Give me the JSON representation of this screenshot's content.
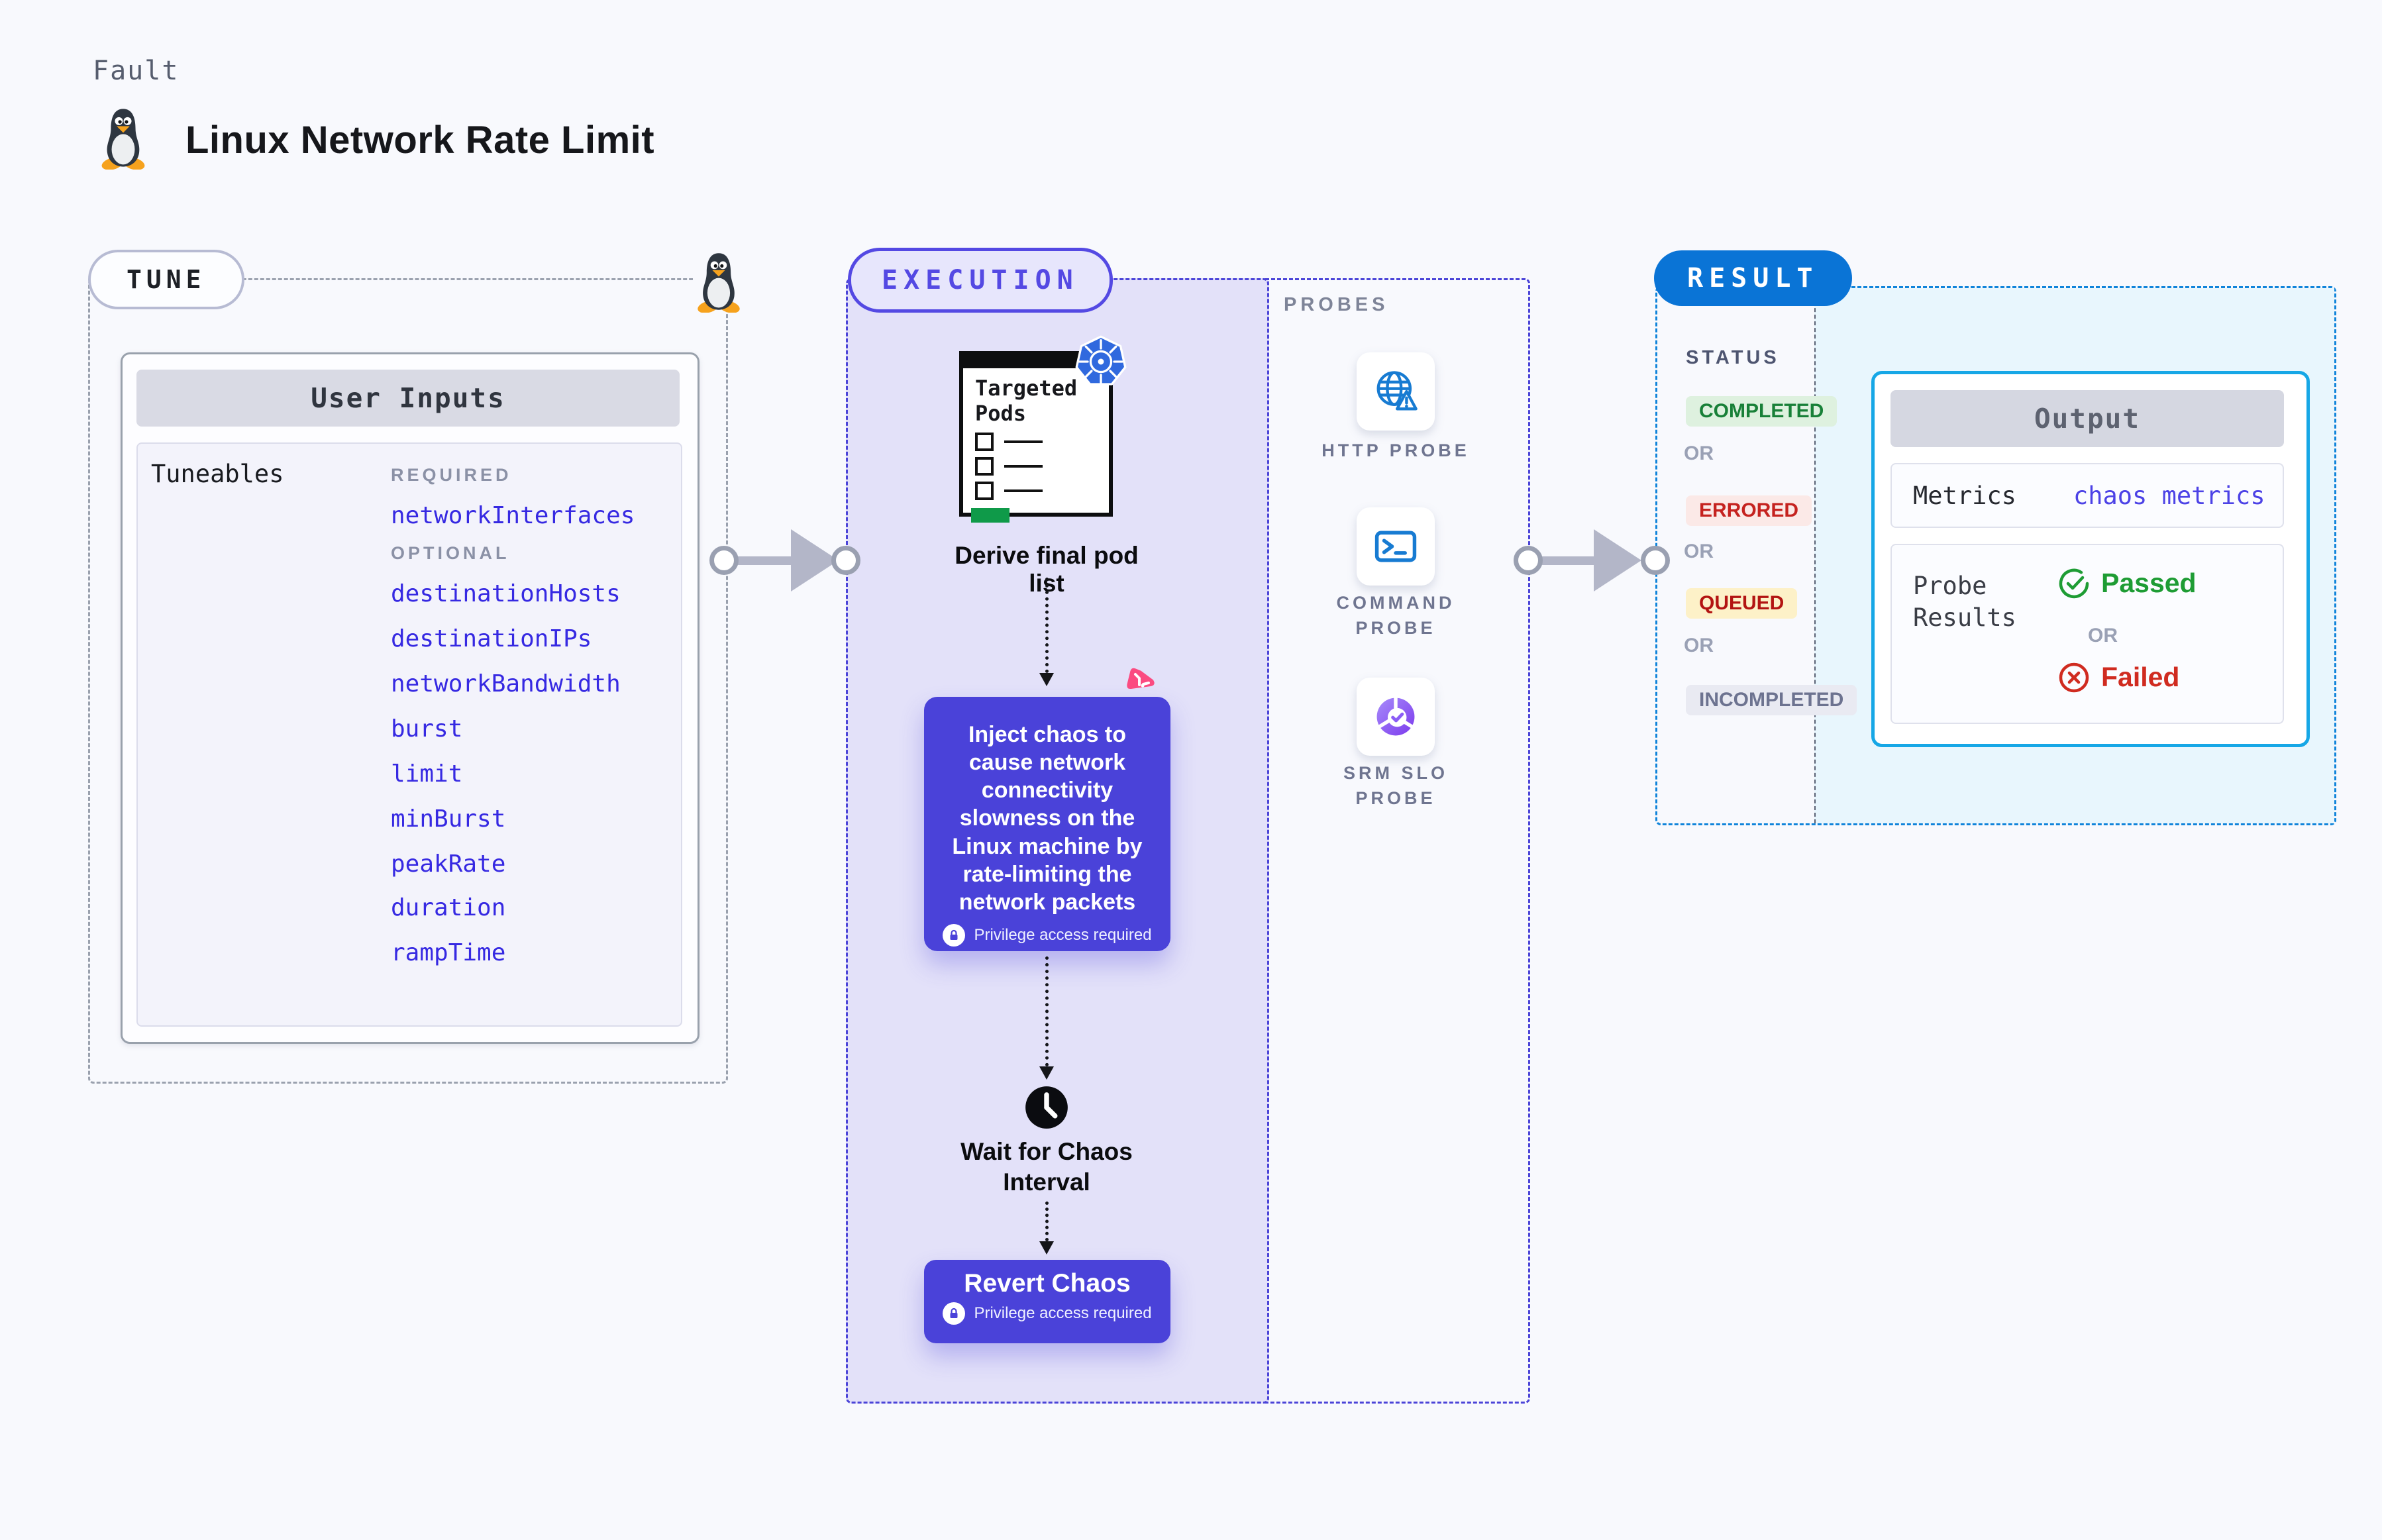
{
  "page": {
    "fault_label": "Fault",
    "title": "Linux Network Rate Limit"
  },
  "tune": {
    "badge": "TUNE",
    "card_title": "User Inputs",
    "group_label": "Tuneables",
    "required_label": "REQUIRED",
    "optional_label": "OPTIONAL",
    "required_items": [
      "networkInterfaces"
    ],
    "optional_items": [
      "destinationHosts",
      "destinationIPs",
      "networkBandwidth",
      "burst",
      "limit",
      "minBurst",
      "peakRate",
      "duration",
      "rampTime"
    ]
  },
  "execution": {
    "badge": "EXECUTION",
    "pods_card_title": "Targeted Pods",
    "derive_label": "Derive final pod list",
    "inject_text": "Inject chaos to cause network connectivity slowness on the Linux machine by rate-limiting the network packets",
    "privilege_label": "Privilege access required",
    "wait_label": "Wait for Chaos Interval",
    "revert_label": "Revert Chaos"
  },
  "probes": {
    "section_label": "PROBES",
    "items": [
      {
        "label": "HTTP PROBE",
        "icon": "globe-alert-icon"
      },
      {
        "label": "COMMAND PROBE",
        "icon": "terminal-icon"
      },
      {
        "label": "SRM SLO PROBE",
        "icon": "slo-donut-check-icon"
      }
    ]
  },
  "result": {
    "badge": "RESULT",
    "status_label": "STATUS",
    "or_label": "OR",
    "statuses": [
      {
        "label": "COMPLETED",
        "fg": "#188038",
        "bg": "#def1df"
      },
      {
        "label": "ERRORED",
        "fg": "#c5221f",
        "bg": "#fbe9e7"
      },
      {
        "label": "QUEUED",
        "fg": "#b31412",
        "bg": "#fdf1c8"
      },
      {
        "label": "INCOMPLETED",
        "fg": "#6d7390",
        "bg": "#e9eaf2"
      }
    ],
    "output": {
      "title": "Output",
      "metrics_label": "Metrics",
      "metrics_value": "chaos metrics",
      "probe_results_label": "Probe Results",
      "passed_label": "Passed",
      "or_label": "OR",
      "failed_label": "Failed"
    }
  },
  "colors": {
    "page_bg": "#f8f9fd",
    "accent_purple": "#4a42d9",
    "execution_border": "#4b44d8",
    "execution_bg": "#e3e1f9",
    "result_blue": "#0a74d6",
    "result_bg": "#e8f6fd",
    "output_border": "#16a7e6",
    "tuneable_link_blue": "#3629e2",
    "passed_green": "#1e9c34",
    "failed_red": "#d02b20",
    "k8s_blue": "#3069de",
    "chaos_pink": "#fb4b81",
    "pods_green": "#0f9a49",
    "probe_icon_blue": "#177bd2"
  }
}
